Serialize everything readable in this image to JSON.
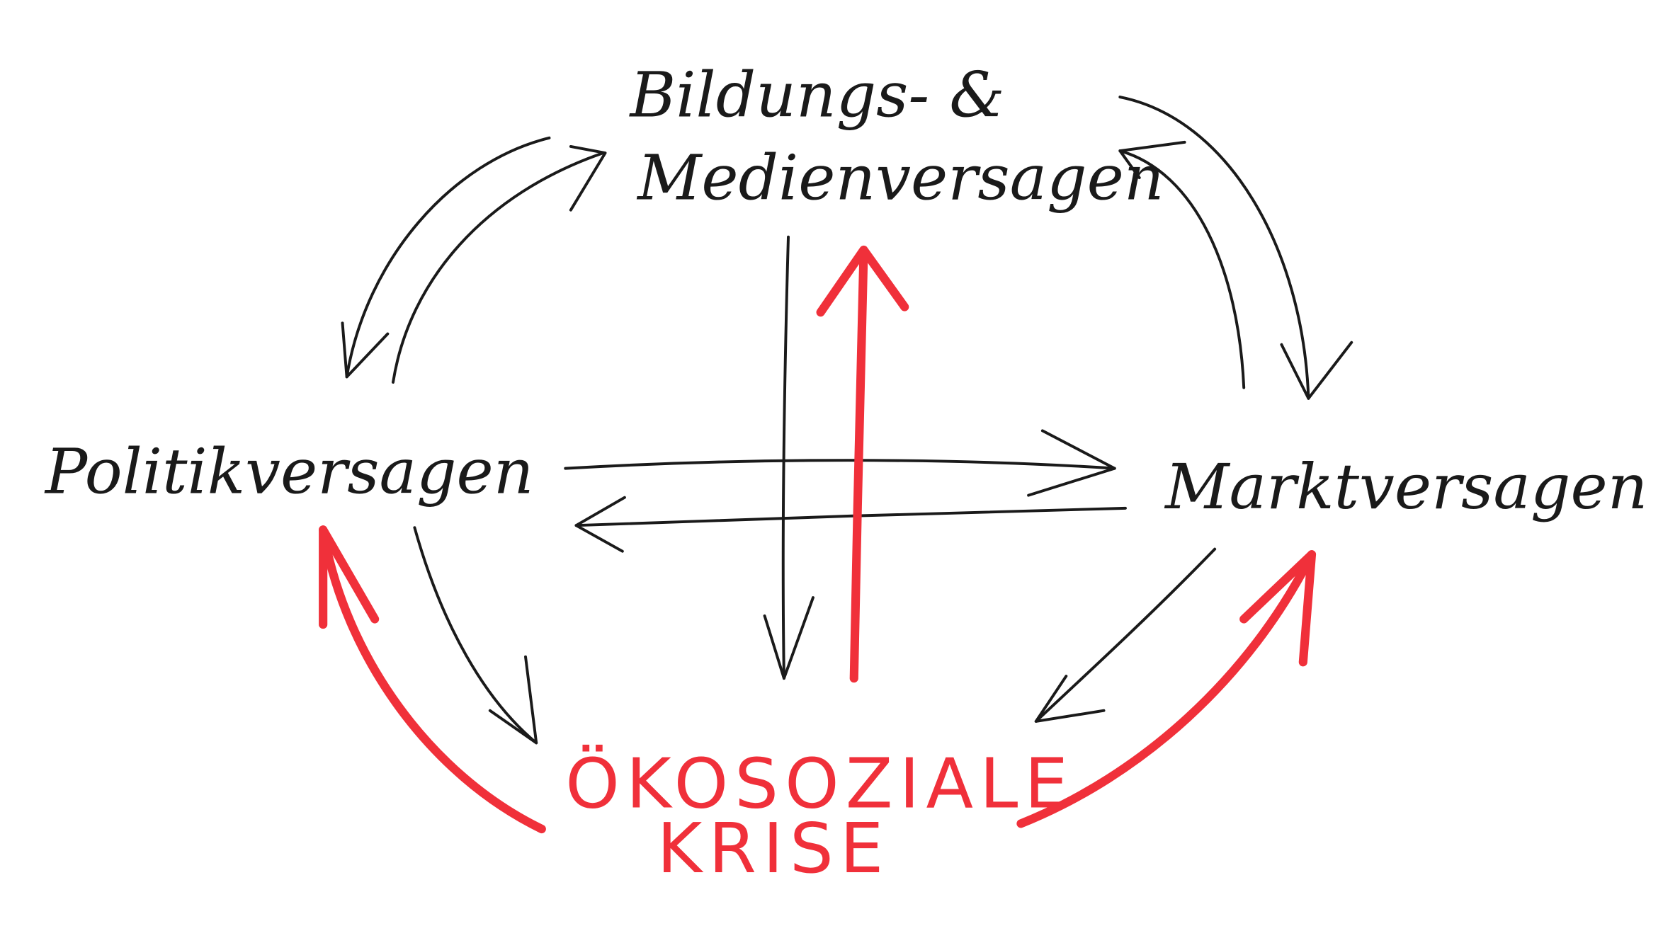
{
  "nodes": {
    "top_line1": "Bildungs- &",
    "top_line2": "Medienversagen",
    "left": "Politikversagen",
    "right": "Marktversagen",
    "bottom_line1": "ÖKOSOZIALE",
    "bottom_line2": "KRISE"
  },
  "colors": {
    "ink": "#1a1a1a",
    "accent": "#f0303a"
  }
}
